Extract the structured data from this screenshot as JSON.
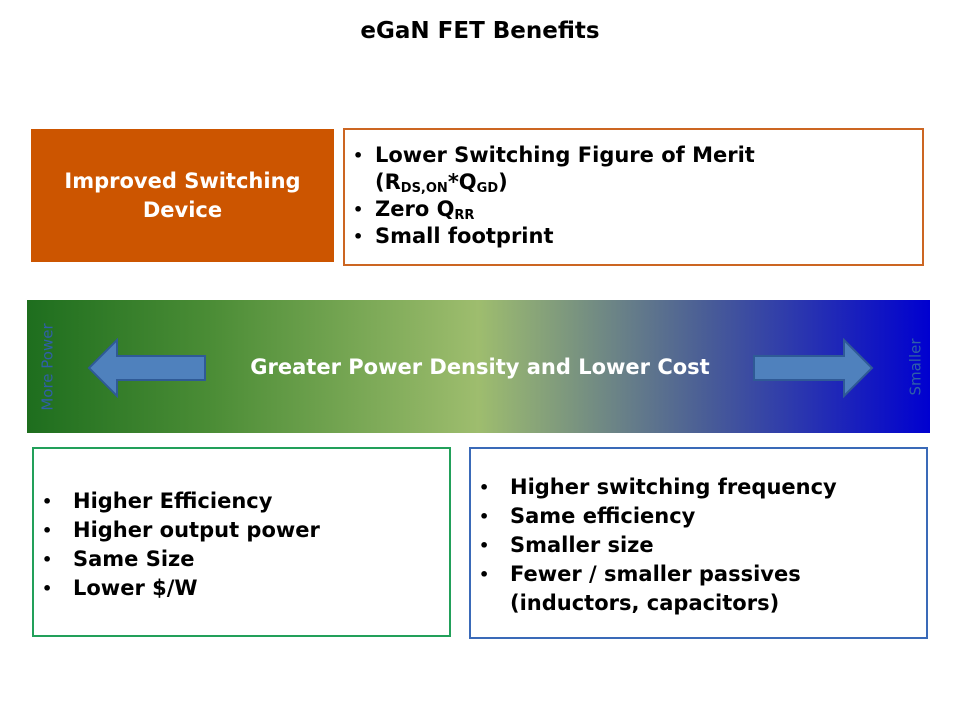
{
  "title": "eGaN FET Benefits",
  "device_box": {
    "line1": "Improved Switching",
    "line2": "Device"
  },
  "device_benefits": {
    "bullet": "•",
    "item1": "Lower Switching Figure of Merit",
    "item1_formula": {
      "p1": "(R",
      "s1": "DS,ON",
      "p2": "*Q",
      "s2": "GD",
      "p3": ")"
    },
    "item2": {
      "p1": "Zero Q",
      "s1": "RR"
    },
    "item3": "Small footprint"
  },
  "band": {
    "label": "Greater Power Density and Lower Cost",
    "left_label": "More Power",
    "right_label": "Smaller",
    "colors": {
      "left": "#1e6e1e",
      "middle": "#9ebd6e",
      "right": "#0000d0",
      "arrow": "#4f81bd"
    }
  },
  "more_power_benefits": [
    "Higher Efficiency",
    "Higher output power",
    "Same Size",
    "Lower $/W"
  ],
  "smaller_benefits": [
    "Higher switching frequency",
    "Same efficiency",
    "Smaller size",
    "Fewer / smaller passives",
    "(inductors, capacitors)"
  ]
}
